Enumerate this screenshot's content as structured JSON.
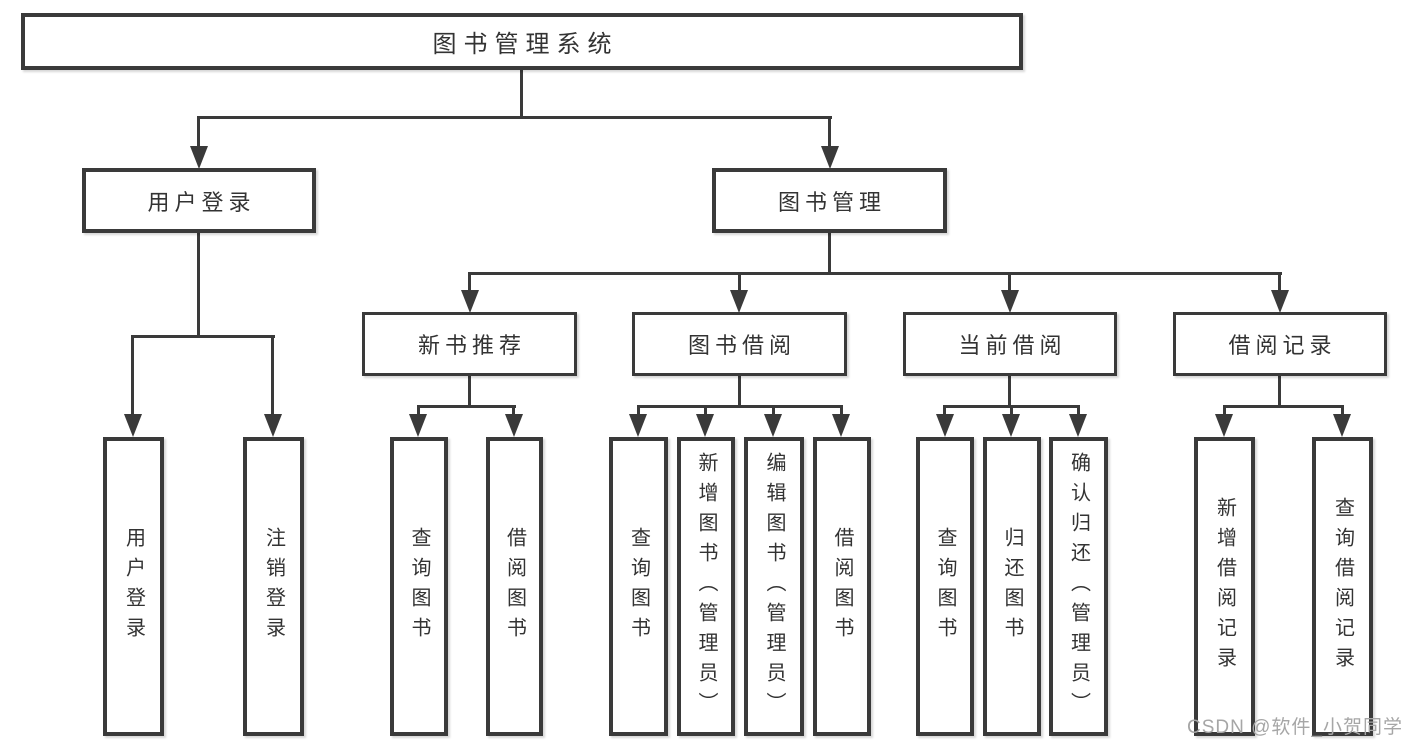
{
  "diagram": {
    "type": "tree",
    "orientation": "top-down",
    "line_color": "#3a3a3a",
    "text_color": "#333333",
    "background_color": "#ffffff",
    "tree": {
      "label": "图书管理系统",
      "children": [
        {
          "label": "用户登录",
          "children": [
            {
              "label": "用户登录"
            },
            {
              "label": "注销登录"
            }
          ]
        },
        {
          "label": "图书管理",
          "children": [
            {
              "label": "新书推荐",
              "children": [
                {
                  "label": "查询图书"
                },
                {
                  "label": "借阅图书"
                }
              ]
            },
            {
              "label": "图书借阅",
              "children": [
                {
                  "label": "查询图书"
                },
                {
                  "label": "新增图书（管理员）"
                },
                {
                  "label": "编辑图书（管理员）"
                },
                {
                  "label": "借阅图书"
                }
              ]
            },
            {
              "label": "当前借阅",
              "children": [
                {
                  "label": "查询图书"
                },
                {
                  "label": "归还图书"
                },
                {
                  "label": "确认归还（管理员）"
                }
              ]
            },
            {
              "label": "借阅记录",
              "children": [
                {
                  "label": "新增借阅记录"
                },
                {
                  "label": "查询借阅记录"
                }
              ]
            }
          ]
        }
      ]
    }
  },
  "watermark": {
    "text": "CSDN @软件_小贺同学",
    "color": "#a6a6a6"
  }
}
